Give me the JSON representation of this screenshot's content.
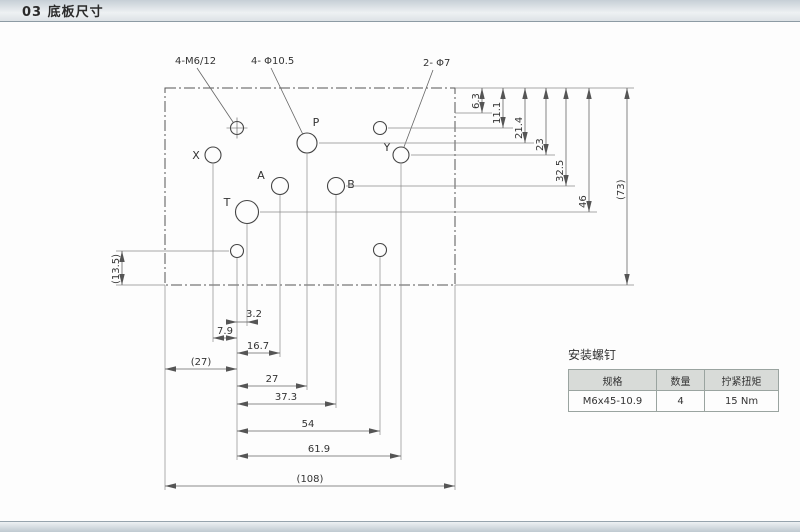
{
  "header": {
    "title": "03 底板尺寸"
  },
  "callouts": {
    "m6": "4-M6/12",
    "d105": "4- Φ10.5",
    "d7": "2- Φ7"
  },
  "ports": {
    "x": "X",
    "p": "P",
    "y": "Y",
    "a": "A",
    "b": "B",
    "t": "T"
  },
  "dims": {
    "right": [
      "6.3",
      "11.1",
      "21.4",
      "23",
      "32.5",
      "46",
      "(73)"
    ],
    "left": "(13.5)",
    "bottom": [
      "3.2",
      "7.9",
      "16.7",
      "(27)",
      "27",
      "37.3",
      "54",
      "61.9",
      "(108)"
    ]
  },
  "screw_table": {
    "title": "安装螺钉",
    "headers": [
      "规格",
      "数量",
      "拧紧扭矩"
    ],
    "rows": [
      [
        "M6x45-10.9",
        "4",
        "15 Nm"
      ]
    ]
  },
  "colors": {
    "accent": "#c6cfd6",
    "line": "#555555"
  }
}
